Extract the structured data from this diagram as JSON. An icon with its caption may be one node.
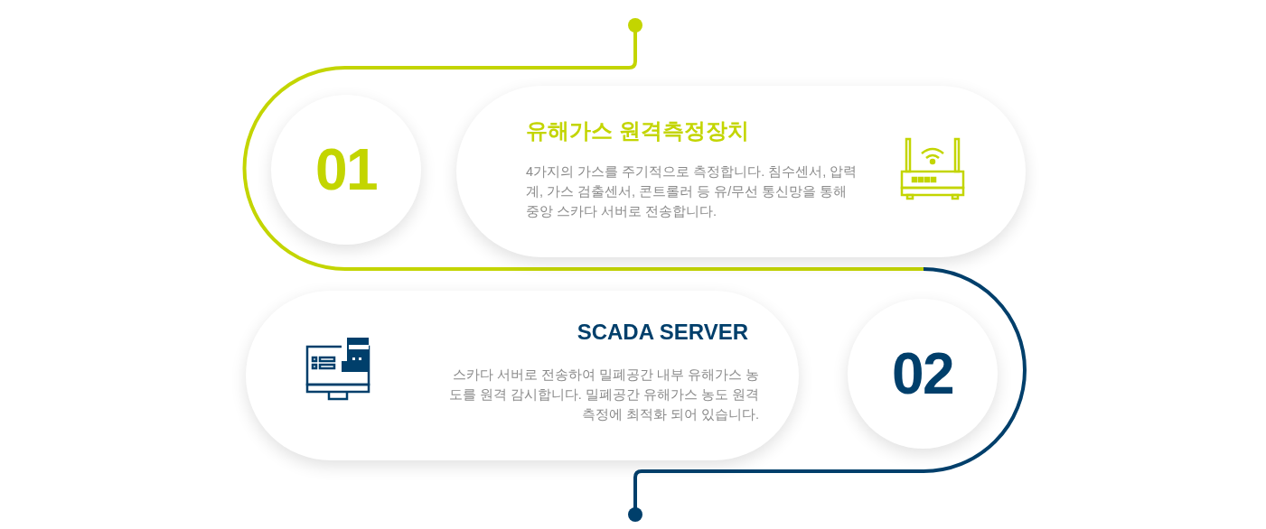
{
  "diagram": {
    "nodes": [
      {
        "text": [
          "유해가스 원격측정장치",
          "4가지의 가스를 주기적으로 측정합니다. 침수센서, 압력계, 가스 검출센서, 콘트롤러 등 유/무선 통신망을 통해 중앙 스카다 서버로 전송합니다."
        ]
      },
      {
        "text": [
          "01"
        ]
      },
      {
        "text": [
          "SCADA SERVER",
          "스카다 서버로 전송하여 밀폐공간 내부 유해가스 농도를 원격 감시합니다. 밀폐공간 유해가스 농도 원격측정에 최적화 되어 있습니다."
        ]
      },
      {
        "text": [
          "02"
        ]
      }
    ]
  }
}
